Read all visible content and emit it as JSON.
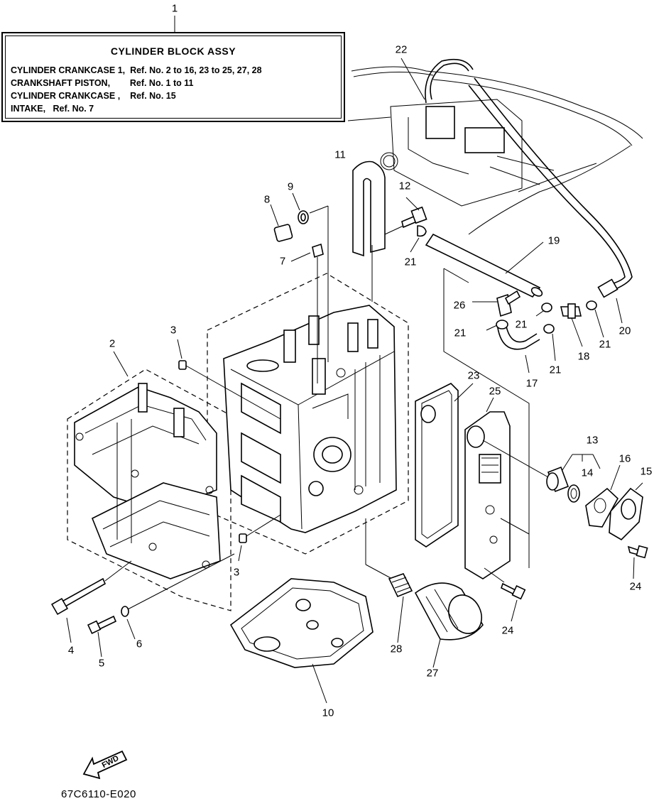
{
  "legend": {
    "title": "CYLINDER BLOCK ASSY",
    "lines": [
      "CYLINDER CRANKCASE 1,  Ref. No. 2 to 16, 23 to 25, 27, 28",
      "CRANKSHAFT PISTON,        Ref. No. 1 to 11",
      "CYLINDER CRANKCASE ,    Ref. No. 15",
      "INTAKE,   Ref. No. 7"
    ]
  },
  "callouts": [
    "1",
    "22",
    "11",
    "12",
    "9",
    "8",
    "7",
    "21",
    "19",
    "26",
    "21",
    "21",
    "20",
    "18",
    "21",
    "17",
    "21",
    "3",
    "2",
    "23",
    "25",
    "13",
    "14",
    "16",
    "15",
    "3",
    "24",
    "24",
    "28",
    "27",
    "4",
    "5",
    "6",
    "10"
  ],
  "fwd_label": "FWD",
  "figure_code": "67C6110-E020"
}
